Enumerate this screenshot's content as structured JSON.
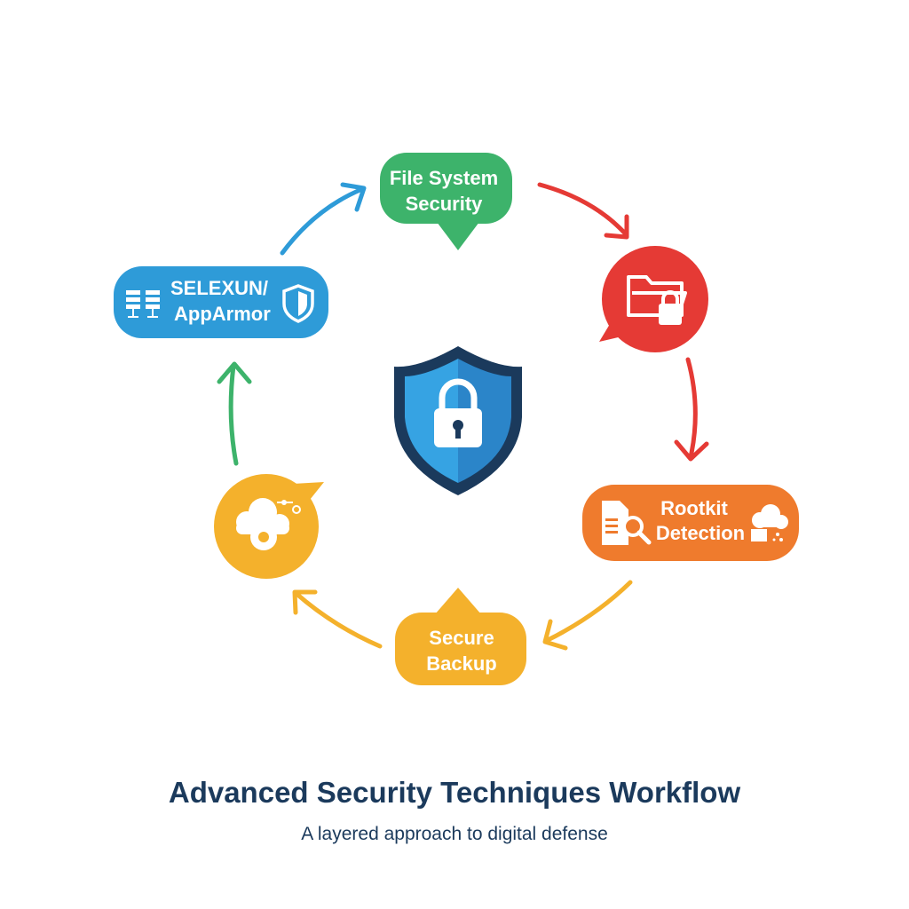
{
  "nodes": {
    "file_system": {
      "line1": "File System",
      "line2": "Security",
      "color": "#3db36b"
    },
    "encryption": {
      "icon": "folder-lock-icon",
      "color": "#e53a35"
    },
    "rootkit": {
      "line1": "Rootkit",
      "line2": "Detection",
      "color": "#ef7b2d"
    },
    "backup": {
      "line1": "Secure",
      "line2": "Backup",
      "color": "#f4b12c"
    },
    "cloud_config": {
      "icon": "cloud-gear-icon",
      "color": "#f4b12c"
    },
    "selinux": {
      "line1": "SELEXUN/",
      "line2": "AppArmor",
      "color": "#2e9bd8"
    }
  },
  "center": {
    "icon": "shield-lock-icon",
    "color": "#2e8fd6",
    "border": "#1b3a5c"
  },
  "footer": {
    "title": "Advanced Security Techniques Workflow",
    "subtitle": "A layered approach to digital defense"
  }
}
